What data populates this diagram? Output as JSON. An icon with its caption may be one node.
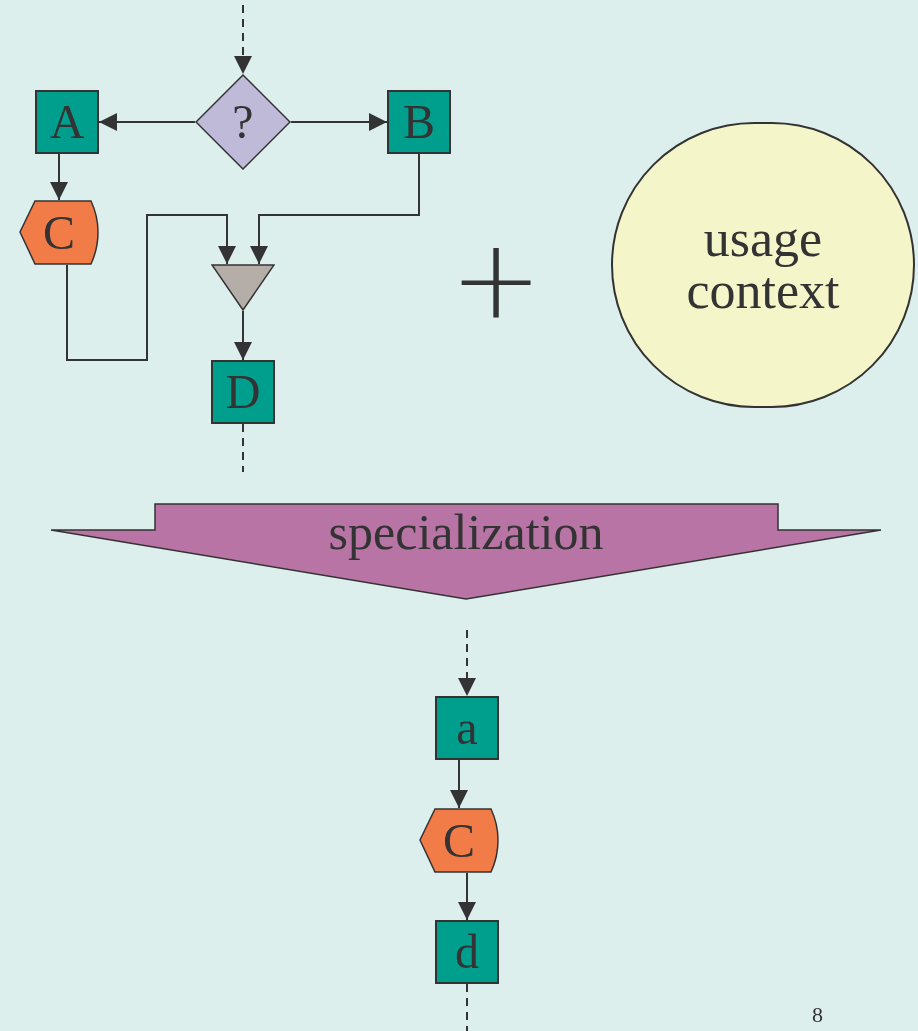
{
  "diagram": {
    "nodes": [
      {
        "text": [
          "?"
        ]
      },
      {
        "text": [
          "A"
        ]
      },
      {
        "text": [
          "B"
        ]
      },
      {
        "text": [
          "C"
        ]
      },
      {
        "text": [],
        "shape": "triangle"
      },
      {
        "text": [
          "D"
        ]
      },
      {
        "text": [
          "usage context"
        ]
      },
      {
        "text": [
          "specialization"
        ]
      },
      {
        "text": [
          "a"
        ]
      },
      {
        "text": [
          "C"
        ]
      },
      {
        "text": [
          "d"
        ]
      }
    ],
    "edges": [
      {
        "from": null,
        "to": 0,
        "arrow": "to",
        "style": "dashed"
      },
      {
        "from": 0,
        "to": 1,
        "arrow": "to"
      },
      {
        "from": 0,
        "to": 2,
        "arrow": "to"
      },
      {
        "from": 1,
        "to": 3,
        "arrow": "to"
      },
      {
        "from": 3,
        "to": 4,
        "arrow": "to"
      },
      {
        "from": 2,
        "to": 4,
        "arrow": "to"
      },
      {
        "from": 4,
        "to": 5,
        "arrow": "to"
      },
      {
        "from": 5,
        "to": null,
        "arrow": "none",
        "style": "dashed"
      },
      {
        "from": null,
        "to": 8,
        "arrow": "to",
        "style": "dashed"
      },
      {
        "from": 8,
        "to": 9,
        "arrow": "to"
      },
      {
        "from": 9,
        "to": 10,
        "arrow": "to"
      },
      {
        "from": 10,
        "to": null,
        "arrow": "none",
        "style": "dashed"
      }
    ],
    "labels": [
      "+",
      "8"
    ]
  }
}
